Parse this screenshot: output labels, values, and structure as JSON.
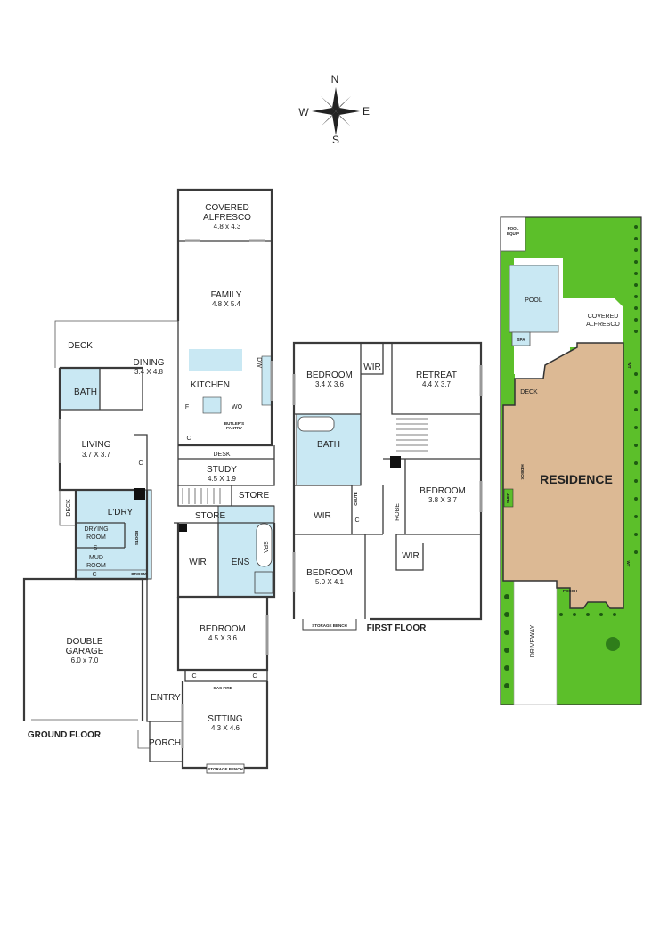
{
  "compass": {
    "north": "N",
    "east": "E",
    "south": "S",
    "west": "W"
  },
  "ground_floor": {
    "title": "GROUND FLOOR",
    "rooms": {
      "covered_alfresco": {
        "name": "COVERED\nALFRESCO",
        "name1": "COVERED",
        "name2": "ALFRESCO",
        "dims": "4.8 x 4.3"
      },
      "family": {
        "name": "FAMILY",
        "dims": "4.8 X 5.4"
      },
      "deck": {
        "name": "DECK"
      },
      "dining": {
        "name": "DINING",
        "dims": "3.4 X 4.8"
      },
      "kitchen": {
        "name": "KITCHEN"
      },
      "bath": {
        "name": "BATH"
      },
      "living": {
        "name": "LIVING",
        "dims": "3.7 X 3.7"
      },
      "study": {
        "name": "STUDY",
        "dims": "4.5 X 1.9"
      },
      "store1": {
        "name": "STORE"
      },
      "store2": {
        "name": "STORE"
      },
      "laundry": {
        "name": "L'DRY"
      },
      "drying_room": {
        "name1": "DRYING",
        "name2": "ROOM"
      },
      "mud_room": {
        "name1": "MUD",
        "name2": "ROOM"
      },
      "side_deck": {
        "name": "DECK"
      },
      "wir": {
        "name": "WIR"
      },
      "ens": {
        "name": "ENS"
      },
      "bedroom": {
        "name": "BEDROOM",
        "dims": "4.5 X 3.6"
      },
      "double_garage": {
        "name1": "DOUBLE",
        "name2": "GARAGE",
        "dims": "6.0 x 7.0"
      },
      "entry": {
        "name": "ENTRY"
      },
      "sitting": {
        "name": "SITTING",
        "dims": "4.3 X 4.6"
      },
      "porch": {
        "name": "PORCH"
      }
    },
    "fixtures": {
      "dw": "DW",
      "f": "F",
      "wo": "WO",
      "butlers1": "BUTLER'S",
      "butlers2": "PANTRY",
      "desk": "DESK",
      "c": "C",
      "spa": "SPA",
      "gas_fire": "GAS FIRE",
      "storage_bench": "STORAGE BENCH",
      "s": "S",
      "boots": "BOOTS",
      "broom": "BROOM"
    }
  },
  "first_floor": {
    "title": "FIRST FLOOR",
    "rooms": {
      "bedroom1": {
        "name": "BEDROOM",
        "dims": "3.4 X 3.6"
      },
      "wir1": {
        "name": "WIR"
      },
      "retreat": {
        "name": "RETREAT",
        "dims": "4.4 X 3.7"
      },
      "bath": {
        "name": "BATH"
      },
      "bedroom2": {
        "name": "BEDROOM",
        "dims": "3.8 X 3.7"
      },
      "wir2": {
        "name": "WIR"
      },
      "robe": {
        "name": "ROBE"
      },
      "wir3": {
        "name": "WIR"
      },
      "bedroom3": {
        "name": "BEDROOM",
        "dims": "5.0 X 4.1"
      }
    },
    "fixtures": {
      "chute": "CHUTE",
      "c": "C",
      "storage_bench": "STORAGE BENCH"
    }
  },
  "site_plan": {
    "labels": {
      "pool_equip1": "POOL",
      "pool_equip2": "EQUIP",
      "pool": "POOL",
      "spa": "SPA",
      "covered_alfresco1": "COVERED",
      "covered_alfresco2": "ALFRESCO",
      "deck": "DECK",
      "residence": "RESIDENCE",
      "shed": "SHED",
      "h_deck": "H.DECK",
      "porch": "PORCH",
      "driveway": "DRIVEWAY",
      "wt1": "WT",
      "wt2": "WT"
    },
    "colors": {
      "grass": "#5cbf2a",
      "residence": "#dcb994",
      "pool": "#c9e8f3",
      "paving": "#ffffff"
    }
  }
}
